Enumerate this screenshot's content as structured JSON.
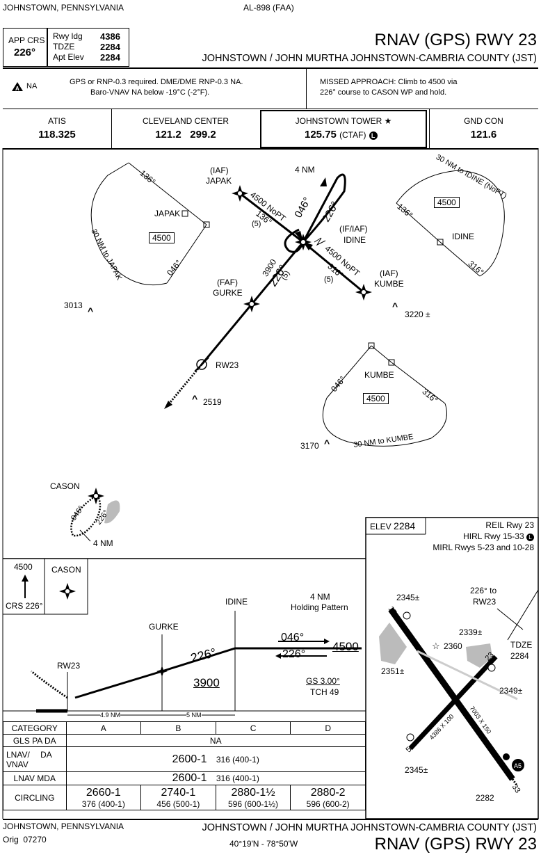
{
  "header": {
    "location": "JOHNSTOWN, PENNSYLVANIA",
    "chart_id": "AL-898 (FAA)",
    "title": "RNAV (GPS) RWY 23",
    "airport": "JOHNSTOWN / JOHN MURTHA JOHNSTOWN-CAMBRIA COUNTY (JST)",
    "app_crs_label": "APP CRS",
    "app_crs_value": "226°",
    "rwy_ldg_label": "Rwy ldg",
    "rwy_ldg_value": "4386",
    "tdze_label": "TDZE",
    "tdze_value": "2284",
    "apt_elev_label": "Apt Elev",
    "apt_elev_value": "2284"
  },
  "notes": {
    "na_symbol": "NA",
    "gps_note_line1": "GPS or RNP-0.3 required. DME/DME RNP-0.3 NA.",
    "gps_note_line2": "Baro-VNAV NA below -19°C (-2°F).",
    "missed_line1": "MISSED APPROACH:  Climb to 4500 via",
    "missed_line2": "226° course to CASON WP and hold."
  },
  "comms": {
    "atis_label": "ATIS",
    "atis_freq": "118.325",
    "center_label": "CLEVELAND CENTER",
    "center_freq": "121.2   299.2",
    "tower_label": "JOHNSTOWN TOWER ★",
    "tower_freq": "125.75",
    "tower_ctaf": "(CTAF)",
    "gnd_label": "GND CON",
    "gnd_freq": "121.6"
  },
  "plan": {
    "japak_label": "JAPAK",
    "japak_iaf": "(IAF)",
    "japak_course1": "136°",
    "japak_course2": "046°",
    "japak_alt": "4500",
    "japak_arc": "30 NM to JAPAK",
    "idine_label": "IDINE",
    "idine_iaf": "(IF/IAF)",
    "idine_alt": "4500",
    "idine_arc": "30 NM to IDINE (NoPT)",
    "idine_course1": "136°",
    "idine_course2": "316°",
    "kumbe_label": "KUMBE",
    "kumbe_iaf": "(IAF)",
    "kumbe_alt": "4500",
    "kumbe_arc": "30 NM to KUMBE",
    "kumbe_course1": "046°",
    "kumbe_course2": "316°",
    "gurke_label": "GURKE",
    "gurke_faf": "(FAF)",
    "rw23_label": "RW23",
    "hold_4nm": "4 NM",
    "leg_japak": "4500 NoPT",
    "leg_japak_crs": "136°",
    "leg_japak_dist": "(5)",
    "leg_kumbe": "4500 NoPT",
    "leg_kumbe_crs": "316°",
    "leg_kumbe_dist": "(5)",
    "hold_046": "046°",
    "hold_226": "226°",
    "final_alt": "3900",
    "final_crs": "226°",
    "final_dist": "(5)",
    "elev_3013": "3013",
    "elev_3220": "3220",
    "elev_2519": "2519",
    "elev_3170": "3170",
    "cason_label": "CASON",
    "cason_046": "046°",
    "cason_226": "226°",
    "cason_4nm": "4 NM"
  },
  "airport_diagram": {
    "elev_label": "ELEV",
    "elev_value": "2284",
    "reil": "REIL Rwy 23",
    "hirl": "HIRL Rwy 15-33",
    "mirl": "MIRL Rwys 5-23 and 10-28",
    "e2345a": "2345",
    "e2339": "2339",
    "e2360": "2360",
    "e2351": "2351",
    "e2349": "2349",
    "e2345b": "2345",
    "e2282": "2282",
    "crs_note1": "226° to",
    "crs_note2": "RW23",
    "tdze_label": "TDZE",
    "tdze_value": "2284",
    "dim1": "7003 X 150",
    "dim2": "4386 X 100",
    "rwy15": "15",
    "rwy33": "33",
    "rwy23": "23",
    "rwy5": "5"
  },
  "profile": {
    "alt_4500": "4500",
    "crs_label": "CRS 226°",
    "cason": "CASON",
    "idine": "IDINE",
    "gurke": "GURKE",
    "rw23": "RW23",
    "hold_line1": "4 NM",
    "hold_line2": "Holding Pattern",
    "crs_046": "046°",
    "crs_226a": "226°",
    "alt_right": "4500",
    "crs_226b": "226°",
    "alt_3900": "3900",
    "gs": "GS 3.00°",
    "tch": "TCH 49",
    "dist1": "4.9 NM",
    "dist2": "5 NM"
  },
  "minimums": {
    "category_label": "CATEGORY",
    "cats": [
      "A",
      "B",
      "C",
      "D"
    ],
    "gls_label": "GLS PA  DA",
    "gls_value": "NA",
    "lnav_vnav_label1": "LNAV/",
    "lnav_vnav_label2": "VNAV",
    "lnav_vnav_da": "DA",
    "lnav_vnav_value": "2600-1",
    "lnav_vnav_haa": "316 (400-1)",
    "lnav_label": "LNAV MDA",
    "lnav_value": "2600-1",
    "lnav_haa": "316 (400-1)",
    "circling_label": "CIRCLING",
    "circ": [
      {
        "main": "2660-1",
        "sub": "376 (400-1)"
      },
      {
        "main": "2740-1",
        "sub": "456 (500-1)"
      },
      {
        "main": "2880-1½",
        "sub": "596 (600-1½)"
      },
      {
        "main": "2880-2",
        "sub": "596 (600-2)"
      }
    ]
  },
  "footer": {
    "location": "JOHNSTOWN, PENNSYLVANIA",
    "orig": "Orig  07270",
    "airport": "JOHNSTOWN / JOHN MURTHA JOHNSTOWN-CAMBRIA COUNTY (JST)",
    "coords": "40°19'N - 78°50'W",
    "title": "RNAV (GPS) RWY 23"
  }
}
